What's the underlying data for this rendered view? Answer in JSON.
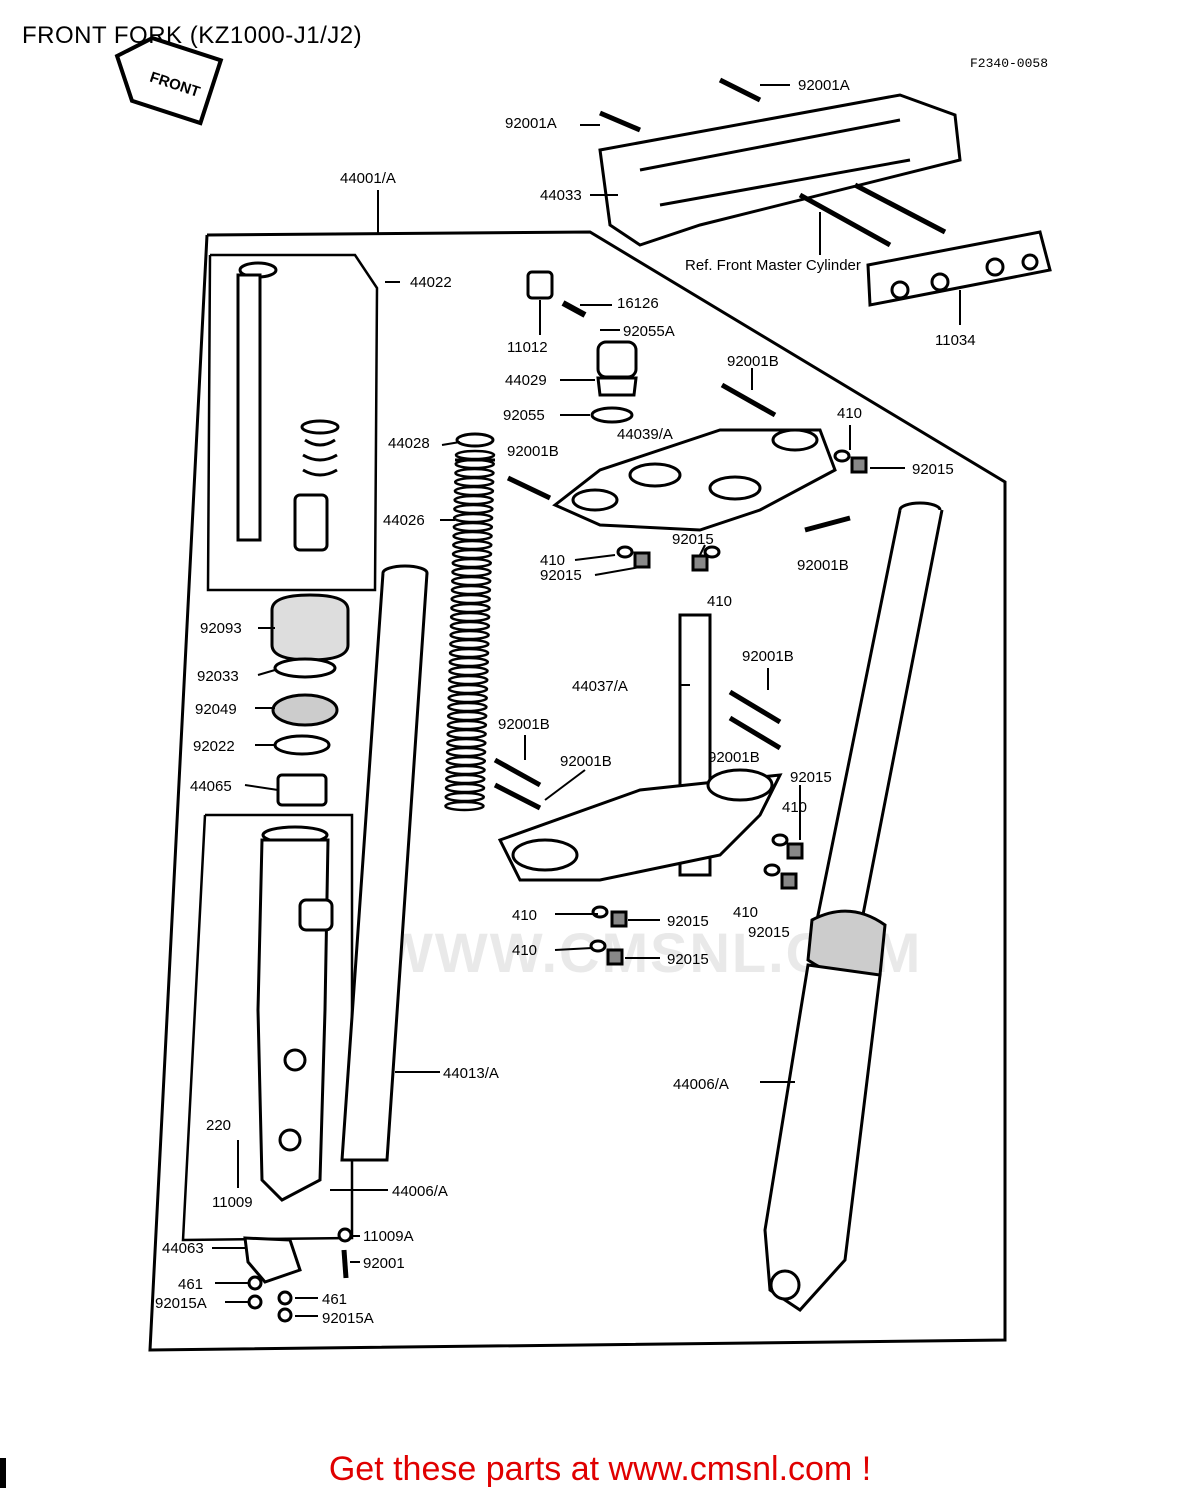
{
  "page": {
    "title": "FRONT FORK (KZ1000-J1/J2)",
    "diagram_code": "F2340-0058",
    "front_arrow": "FRONT",
    "ref_note": "Ref. Front Master Cylinder",
    "watermark": "WWW.CMSNL.COM",
    "cta": "Get these parts at www.cmsnl.com !"
  },
  "callouts": [
    {
      "id": "c01",
      "text": "92001A"
    },
    {
      "id": "c02",
      "text": "92001A"
    },
    {
      "id": "c03",
      "text": "44033"
    },
    {
      "id": "c04",
      "text": "44001/A"
    },
    {
      "id": "c05",
      "text": "11034"
    },
    {
      "id": "c06",
      "text": "44022"
    },
    {
      "id": "c07",
      "text": "16126"
    },
    {
      "id": "c08",
      "text": "11012"
    },
    {
      "id": "c09",
      "text": "92055A"
    },
    {
      "id": "c10",
      "text": "92001B"
    },
    {
      "id": "c11",
      "text": "44029"
    },
    {
      "id": "c12",
      "text": "92055"
    },
    {
      "id": "c13",
      "text": "410"
    },
    {
      "id": "c14",
      "text": "44028"
    },
    {
      "id": "c15",
      "text": "44039/A"
    },
    {
      "id": "c16",
      "text": "92001B"
    },
    {
      "id": "c17",
      "text": "92015"
    },
    {
      "id": "c18",
      "text": "44026"
    },
    {
      "id": "c19",
      "text": "92015"
    },
    {
      "id": "c20",
      "text": "410"
    },
    {
      "id": "c21",
      "text": "92015"
    },
    {
      "id": "c22",
      "text": "92001B"
    },
    {
      "id": "c23",
      "text": "410"
    },
    {
      "id": "c24",
      "text": "92093"
    },
    {
      "id": "c25",
      "text": "92033"
    },
    {
      "id": "c26",
      "text": "92001B"
    },
    {
      "id": "c27",
      "text": "44037/A"
    },
    {
      "id": "c28",
      "text": "92049"
    },
    {
      "id": "c29",
      "text": "92001B"
    },
    {
      "id": "c30",
      "text": "92022"
    },
    {
      "id": "c31",
      "text": "92001B"
    },
    {
      "id": "c32",
      "text": "92001B"
    },
    {
      "id": "c33",
      "text": "44065"
    },
    {
      "id": "c34",
      "text": "92015"
    },
    {
      "id": "c35",
      "text": "410"
    },
    {
      "id": "c36",
      "text": "410"
    },
    {
      "id": "c37",
      "text": "92015"
    },
    {
      "id": "c38",
      "text": "410"
    },
    {
      "id": "c39",
      "text": "92015"
    },
    {
      "id": "c40",
      "text": "410"
    },
    {
      "id": "c41",
      "text": "92015"
    },
    {
      "id": "c42",
      "text": "44013/A"
    },
    {
      "id": "c43",
      "text": "44006/A"
    },
    {
      "id": "c44",
      "text": "220"
    },
    {
      "id": "c45",
      "text": "44006/A"
    },
    {
      "id": "c46",
      "text": "11009"
    },
    {
      "id": "c47",
      "text": "11009A"
    },
    {
      "id": "c48",
      "text": "44063"
    },
    {
      "id": "c49",
      "text": "92001"
    },
    {
      "id": "c50",
      "text": "461"
    },
    {
      "id": "c51",
      "text": "461"
    },
    {
      "id": "c52",
      "text": "92015A"
    },
    {
      "id": "c53",
      "text": "92015A"
    }
  ]
}
